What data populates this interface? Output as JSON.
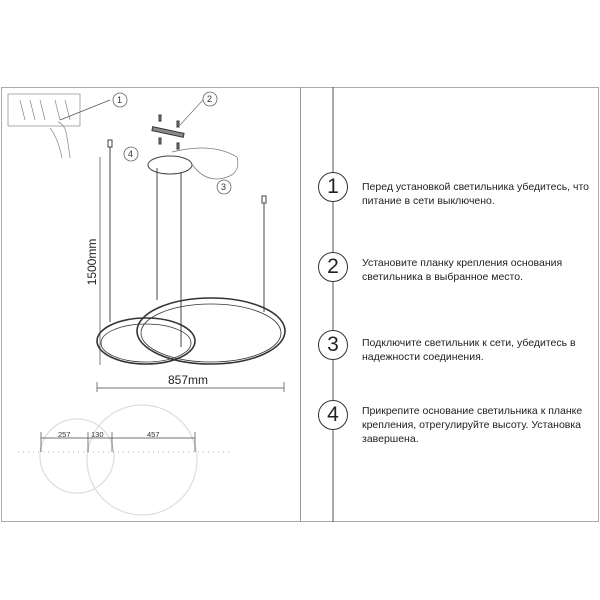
{
  "drawing": {
    "callouts": [
      "1",
      "2",
      "3",
      "4"
    ],
    "height_dimension": "1500mm",
    "width_dimension": "857mm",
    "plan_dimensions": [
      "257",
      "130",
      "457"
    ]
  },
  "steps": [
    {
      "number": "1",
      "text": "Перед установкой светильника убедитесь, что питание в сети выключено."
    },
    {
      "number": "2",
      "text": "Установите планку крепления основания светильника в выбранное место."
    },
    {
      "number": "3",
      "text": "Подключите светильник к сети, убедитесь в надежности соединения."
    },
    {
      "number": "4",
      "text": "Прикрепите основание светильника к планке крепления, отрегулируйте высоту. Установка завершена."
    }
  ]
}
